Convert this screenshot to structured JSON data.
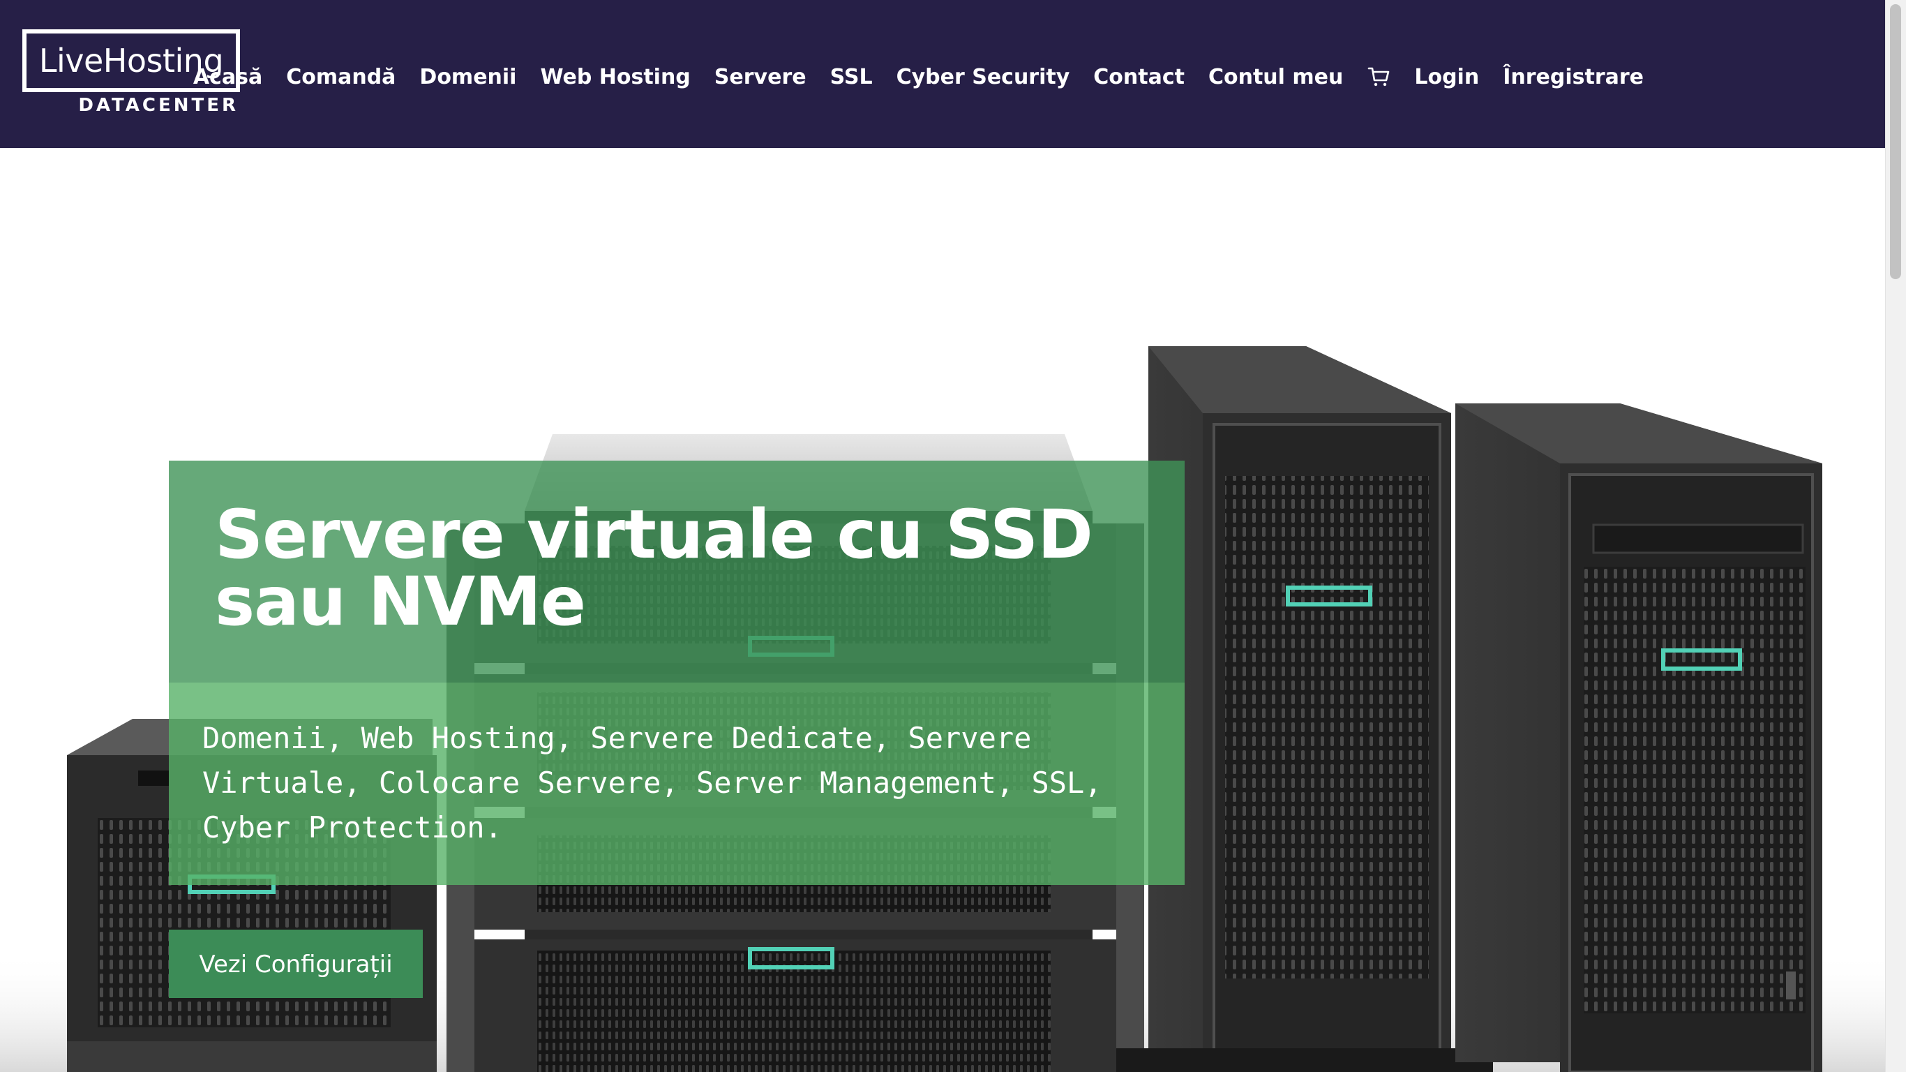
{
  "logo": {
    "main": "LiveHosting",
    "sub": "DATACENTER"
  },
  "nav": {
    "items": [
      {
        "label": "Acasă"
      },
      {
        "label": "Comandă"
      },
      {
        "label": "Domenii"
      },
      {
        "label": "Web Hosting"
      },
      {
        "label": "Servere"
      },
      {
        "label": "SSL"
      },
      {
        "label": "Cyber Security"
      },
      {
        "label": "Contact"
      },
      {
        "label": "Contul meu"
      }
    ],
    "cart_icon": "shopping-cart-icon",
    "login": "Login",
    "register": "Înregistrare"
  },
  "hero": {
    "headline": "Servere virtuale cu SSD sau NVMe",
    "subtext": "Domenii, Web Hosting, Servere Dedicate, Servere Virtuale, Colocare Servere, Server Management, SSL, Cyber Protection.",
    "cta_label": "Vezi Configurații",
    "image_subject": "server-hardware-photo"
  },
  "colors": {
    "header_bg": "#261f47",
    "headline_box": "#409458",
    "subtext_box": "#58b268",
    "cta_bg": "#3c8c57",
    "accent_teal": "#52d1b6"
  }
}
